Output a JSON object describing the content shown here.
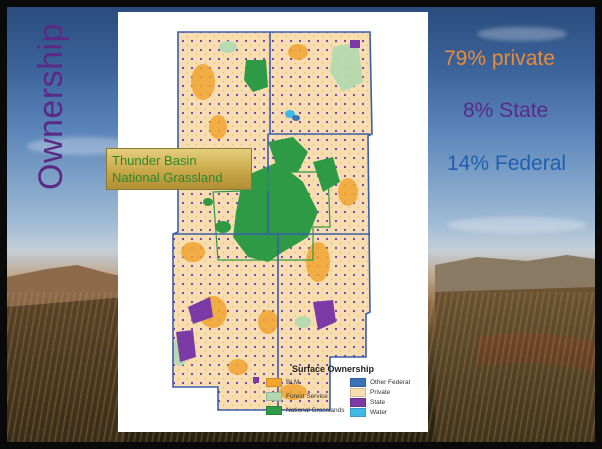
{
  "slide": {
    "title": "Ownership",
    "stats": {
      "private": "79% private",
      "state": "8% State",
      "federal": "14% Federal"
    }
  },
  "map": {
    "callout": "Thunder Basin National Grassland",
    "legend": {
      "title": "Surface Ownership",
      "items": [
        {
          "label": "BLM",
          "color": "#f0a531"
        },
        {
          "label": "Forest Service",
          "color": "#b4d9b0"
        },
        {
          "label": "National Grasslands",
          "color": "#2e9a46"
        },
        {
          "label": "Other Federal",
          "color": "#3a73b5"
        },
        {
          "label": "Private",
          "color": "#f7ddb0"
        },
        {
          "label": "State",
          "color": "#7b3aa6"
        },
        {
          "label": "Water",
          "color": "#40b9e8"
        }
      ]
    }
  },
  "colors": {
    "title": "#5b2a86",
    "private": "#ea8c35",
    "state": "#5b2a86",
    "federal": "#1f5fb0",
    "boundary": "#3a5fad",
    "callout_text": "#2a8a2a"
  }
}
